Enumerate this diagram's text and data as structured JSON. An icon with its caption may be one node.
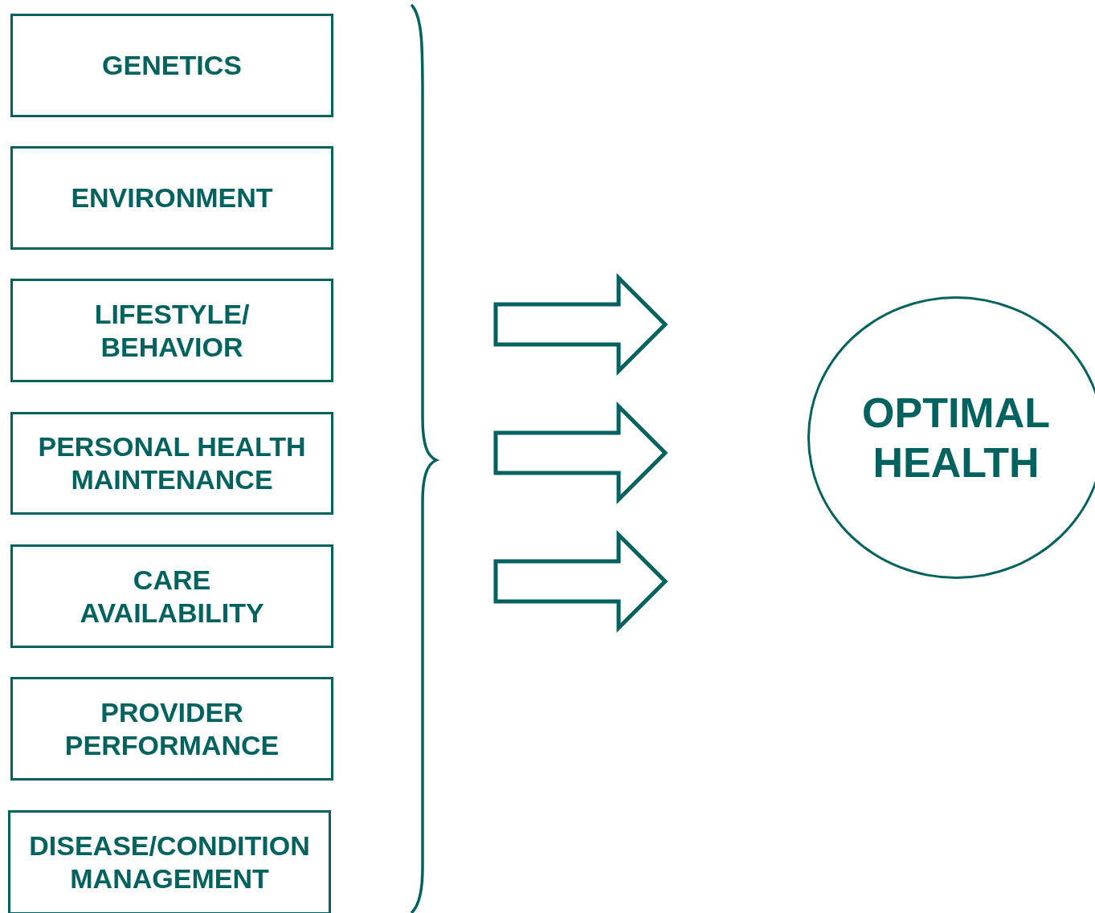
{
  "diagram": {
    "nodes": [
      {
        "text": [
          "GENETICS"
        ]
      },
      {
        "text": [
          "ENVIRONMENT"
        ]
      },
      {
        "text": [
          "LIFESTYLE/ BEHAVIOR"
        ]
      },
      {
        "text": [
          "PERSONAL HEALTH MAINTENANCE"
        ]
      },
      {
        "text": [
          "CARE AVAILABILITY"
        ]
      },
      {
        "text": [
          "PROVIDER PERFORMANCE"
        ]
      },
      {
        "text": [
          "DISEASE/CONDITION MANAGEMENT"
        ]
      },
      {
        "text": [
          "OPTIMAL HEALTH"
        ]
      }
    ]
  }
}
